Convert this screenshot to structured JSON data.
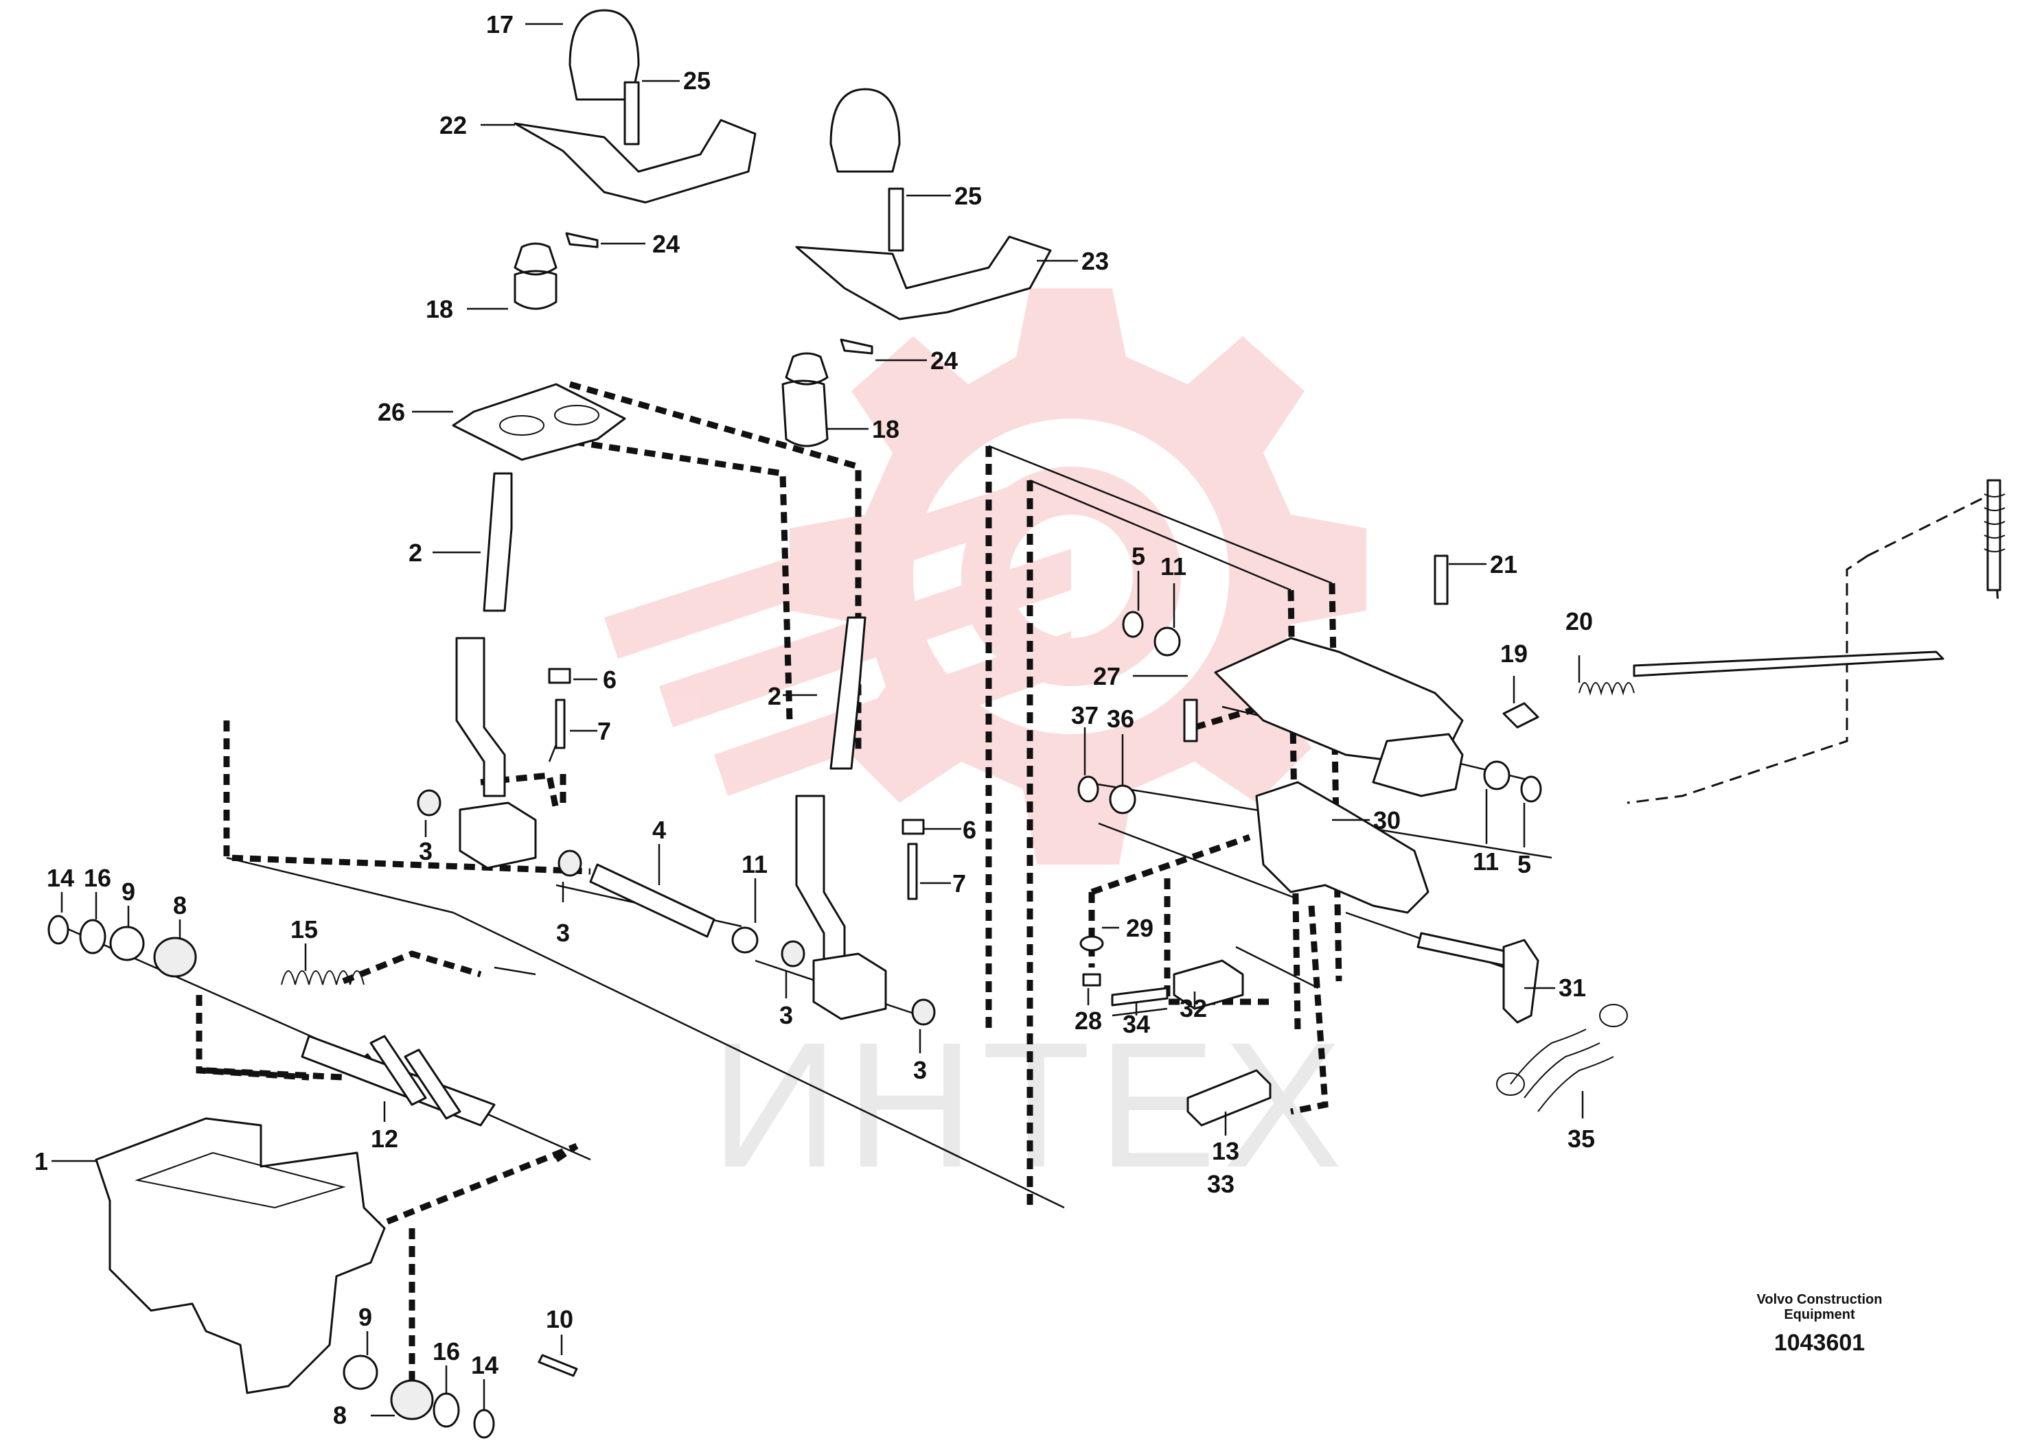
{
  "diagram": {
    "labels": [
      "17",
      "25",
      "22",
      "24",
      "18",
      "26",
      "2",
      "25",
      "23",
      "24",
      "18",
      "2",
      "6",
      "7",
      "3",
      "3",
      "4",
      "11",
      "14",
      "16",
      "9",
      "8",
      "15",
      "12",
      "1",
      "3",
      "6",
      "7",
      "3",
      "5",
      "11",
      "21",
      "27",
      "37",
      "36",
      "19",
      "20",
      "11",
      "5",
      "30",
      "29",
      "28",
      "34",
      "32",
      "31",
      "13",
      "33",
      "35",
      "9",
      "10",
      "8",
      "16",
      "14"
    ]
  },
  "watermark": {
    "text": "ИНТЕХ",
    "color": "#f7c6c6",
    "logo_color": "#fbd6d6"
  },
  "credit": {
    "line1": "Volvo Construction",
    "line2": "Equipment",
    "number": "1043601"
  }
}
